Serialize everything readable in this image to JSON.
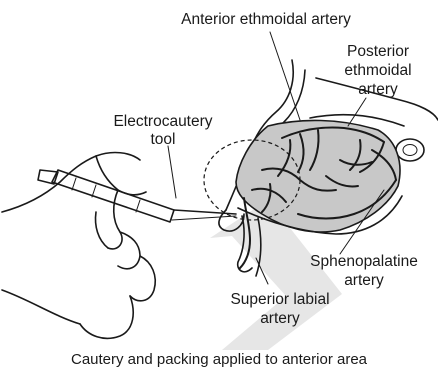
{
  "labels": {
    "anterior_ethmoidal": "Anterior ethmoidal artery",
    "posterior_ethmoidal": [
      "Posterior",
      "ethmoidal",
      "artery"
    ],
    "electrocautery": [
      "Electrocautery",
      "tool"
    ],
    "sphenopalatine": [
      "Sphenopalatine",
      "artery"
    ],
    "superior_labial": [
      "Superior labial",
      "artery"
    ]
  },
  "caption": "Cautery and packing applied to anterior area",
  "colors": {
    "ink": "#1a1a1a",
    "septum_shade": "#c8c8c8",
    "watermark": "#e6e6e6"
  },
  "icons": [
    "hand-icon",
    "electrocautery-tool-icon",
    "nasal-septum-icon",
    "watermark-chevron-icon"
  ]
}
